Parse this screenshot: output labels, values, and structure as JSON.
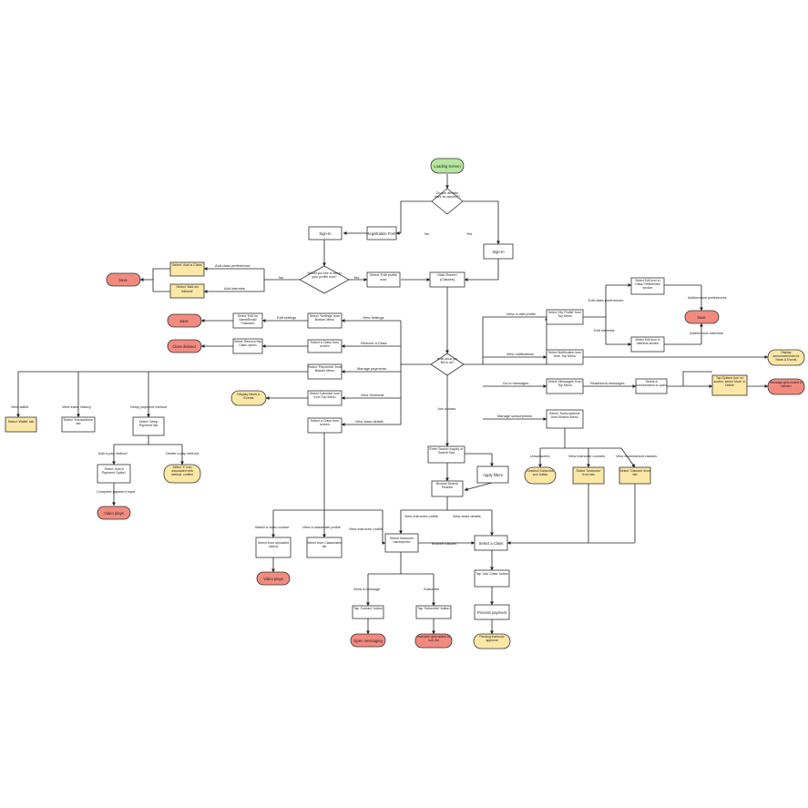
{
  "nodes": {
    "loading": "Loading Screen",
    "have_account": "Do you already have an account?",
    "registration": "Registration Form",
    "signin_left": "Sign-In",
    "signin_right": "Sign-In",
    "setup_profile": "Would you like to setup your profile now?",
    "select_edit_profile": "Select 'Edit profile now'",
    "main_screen": "Main Screen (Classes)",
    "add_class": "Select 'Add a Class'",
    "add_interest": "Select 'Add an Interest'",
    "save1": "Save",
    "settings": "Select 'Settings' from Bottom Menu",
    "edit_name": "Select 'Edit' for Name/Email/ Password",
    "save2": "Save",
    "select_class_remove": "Select a Class from screen",
    "select_remove": "Select 'Remove this Class' option",
    "class_deleted": "Class deleted",
    "payments": "Select 'Payments' from Bottom Menu",
    "calendar": "Select Calendar Icon from Top Menu",
    "display_news": "Display News & Events",
    "select_class_view": "Select a Class from screen",
    "wallet": "Select 'Wallet' tab",
    "transactions": "Select 'Transactions' tab",
    "setup_payment": "Select 'Setup Payment' tab",
    "add_payment": "Select 'Add a Payment Option'",
    "select_x": "Select 'X' icon associated with method, confirm",
    "video_plays1": "Video plays",
    "what_to_do": "What would you like to do?",
    "my_profile": "Select 'My Profile' from Top Menu",
    "edit_icon_class": "Select Edit Icon in Class Preferences section",
    "edit_icon_interests": "Select Edit Icon in Interests section",
    "save3": "Save",
    "notification": "Select Notification Icon from Top Menu",
    "display_announcements": "Display announcements for News & Events",
    "messages": "Select 'Messages' from Top Menu",
    "select_conversation": "Select a conversation to open",
    "top_options": "Tap Options icon on screen, select 'Mute' or Delete",
    "message_muted": "Message gets muted or deleted",
    "subscriptions": "Select 'Subscriptions' from Bottom Menu",
    "deselect": "Deselect Subscribe icon button",
    "instructor_tab": "Select 'Instructor' from tab",
    "classes_tab": "Select 'Classes' from tab",
    "enter_search": "Enter Search Inquiry or Search Bar",
    "apply_filters": "Apply filters",
    "browse_results": "Browse Search Results",
    "select_uploaded": "Select from uploaded videos",
    "video_plays2": "Video plays",
    "classmates_list": "Select from Classmates list",
    "instructor_name": "Select Instructor name/photo",
    "select_a_class": "Select a Class",
    "contact_button": "Tap 'Contact' button",
    "open_messaging": "Open messaging",
    "subscribe_button": "Tap 'Subscribe' button",
    "instructor_added": "Instructor gets added to sub. list",
    "join_button": "Tap 'Join Class' button",
    "process_payment": "Process payment",
    "pending_approval": "Pending Instructor approval"
  },
  "edges": {
    "no": "No",
    "yes": "Yes",
    "yes2": "Yes",
    "no2": "No",
    "add_class_pref": "Add class preferences",
    "add_interests": "Add interests",
    "view_settings": "View Settings",
    "edit_settings": "Edit settings",
    "remove_class": "Remove a Class",
    "manage_payments": "Manage payments",
    "view_schedule": "View Schedule",
    "view_class_details": "View class details",
    "view_wallet": "View wallet",
    "view_history": "View trans. history",
    "setup_payment_method": "Setup payment method",
    "add_pay_method": "Add a pay method",
    "delete_pay_method": "Delete a pay method",
    "complete_payment": "Complete payment input",
    "view_edit_profile": "View or edit profile",
    "edit_class_prefs": "Edit class preferences",
    "edit_interests": "Edit interests",
    "add_remove_prefs": "Add/remove preferences",
    "add_remove_interests": "Add/remove interests",
    "view_notifications": "View notifications",
    "go_to_messages": "Go to messages",
    "read_send": "Read/send messages",
    "manage_subscriptions": "Manage subscriptions",
    "unsubscribe": "Unsubscribe",
    "view_instructor_courses": "View instructor courses",
    "view_bookmarked": "View bookmarked classes",
    "join_class": "Join a class",
    "view_instructor_profile": "View instructor profile",
    "view_class_details2": "View class details",
    "watch_course": "Watch a video course",
    "view_classmate": "View a classmate profile",
    "view_instructor_profile2": "View instructor profile",
    "browse_classes": "Browse classes",
    "send_message": "Send a message",
    "subscribe": "Subscribe"
  },
  "colors": {
    "start_fill": "#b6e6a0",
    "end_fill": "#f28a80",
    "note_fill": "#fbe7a6",
    "process_fill": "#ffffff",
    "line": "#222222"
  }
}
